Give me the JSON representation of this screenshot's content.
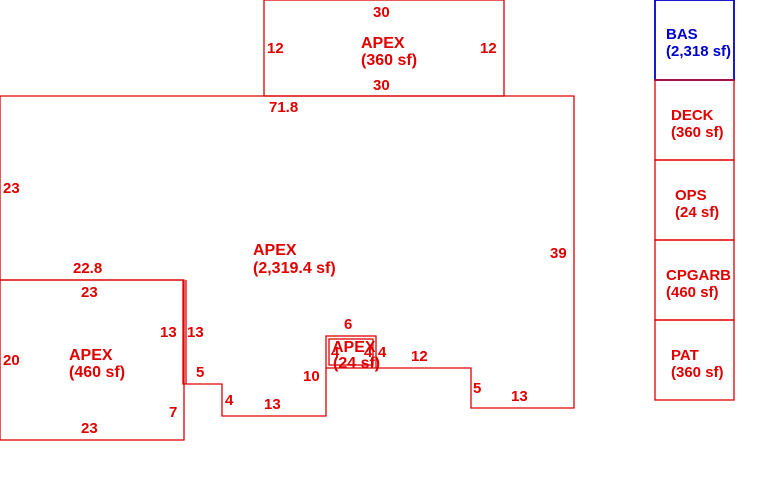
{
  "colors": {
    "line": "#e00000",
    "text": "#e00000",
    "selected": "#0000cc"
  },
  "areas": {
    "top_apex": {
      "name": "APEX",
      "area": "(360 sf)"
    },
    "main_apex": {
      "name": "APEX",
      "area": "(2,319.4 sf)"
    },
    "left_apex": {
      "name": "APEX",
      "area": "(460 sf)"
    },
    "small_apex": {
      "name": "APEX",
      "area": "(24 sf)"
    }
  },
  "dimensions": {
    "top_top": "30",
    "top_left": "12",
    "top_right": "12",
    "top_bottom": "30",
    "main_top": "71.8",
    "main_left": "23",
    "main_right": "39",
    "main_inner_top": "22.8",
    "left_top": "23",
    "left_left": "20",
    "left_bottom": "23",
    "left_right_a": "13",
    "left_right_b": "13",
    "left_right_c": "7",
    "notch_a": "5",
    "notch_b": "4",
    "bottom_a": "13",
    "step_up": "10",
    "small_top": "6",
    "small_side_a": "4",
    "small_side_b": "4",
    "small_side_c": "4",
    "right_run": "12",
    "right_drop": "5",
    "bottom_b": "13"
  },
  "legend": [
    {
      "name": "BAS",
      "area": "(2,318 sf)",
      "selected": true
    },
    {
      "name": "DECK",
      "area": "(360 sf)",
      "selected": false
    },
    {
      "name": "OPS",
      "area": "(24 sf)",
      "selected": false
    },
    {
      "name": "CPGARB",
      "area": "(460 sf)",
      "selected": false
    },
    {
      "name": "PAT",
      "area": "(360 sf)",
      "selected": false
    }
  ]
}
